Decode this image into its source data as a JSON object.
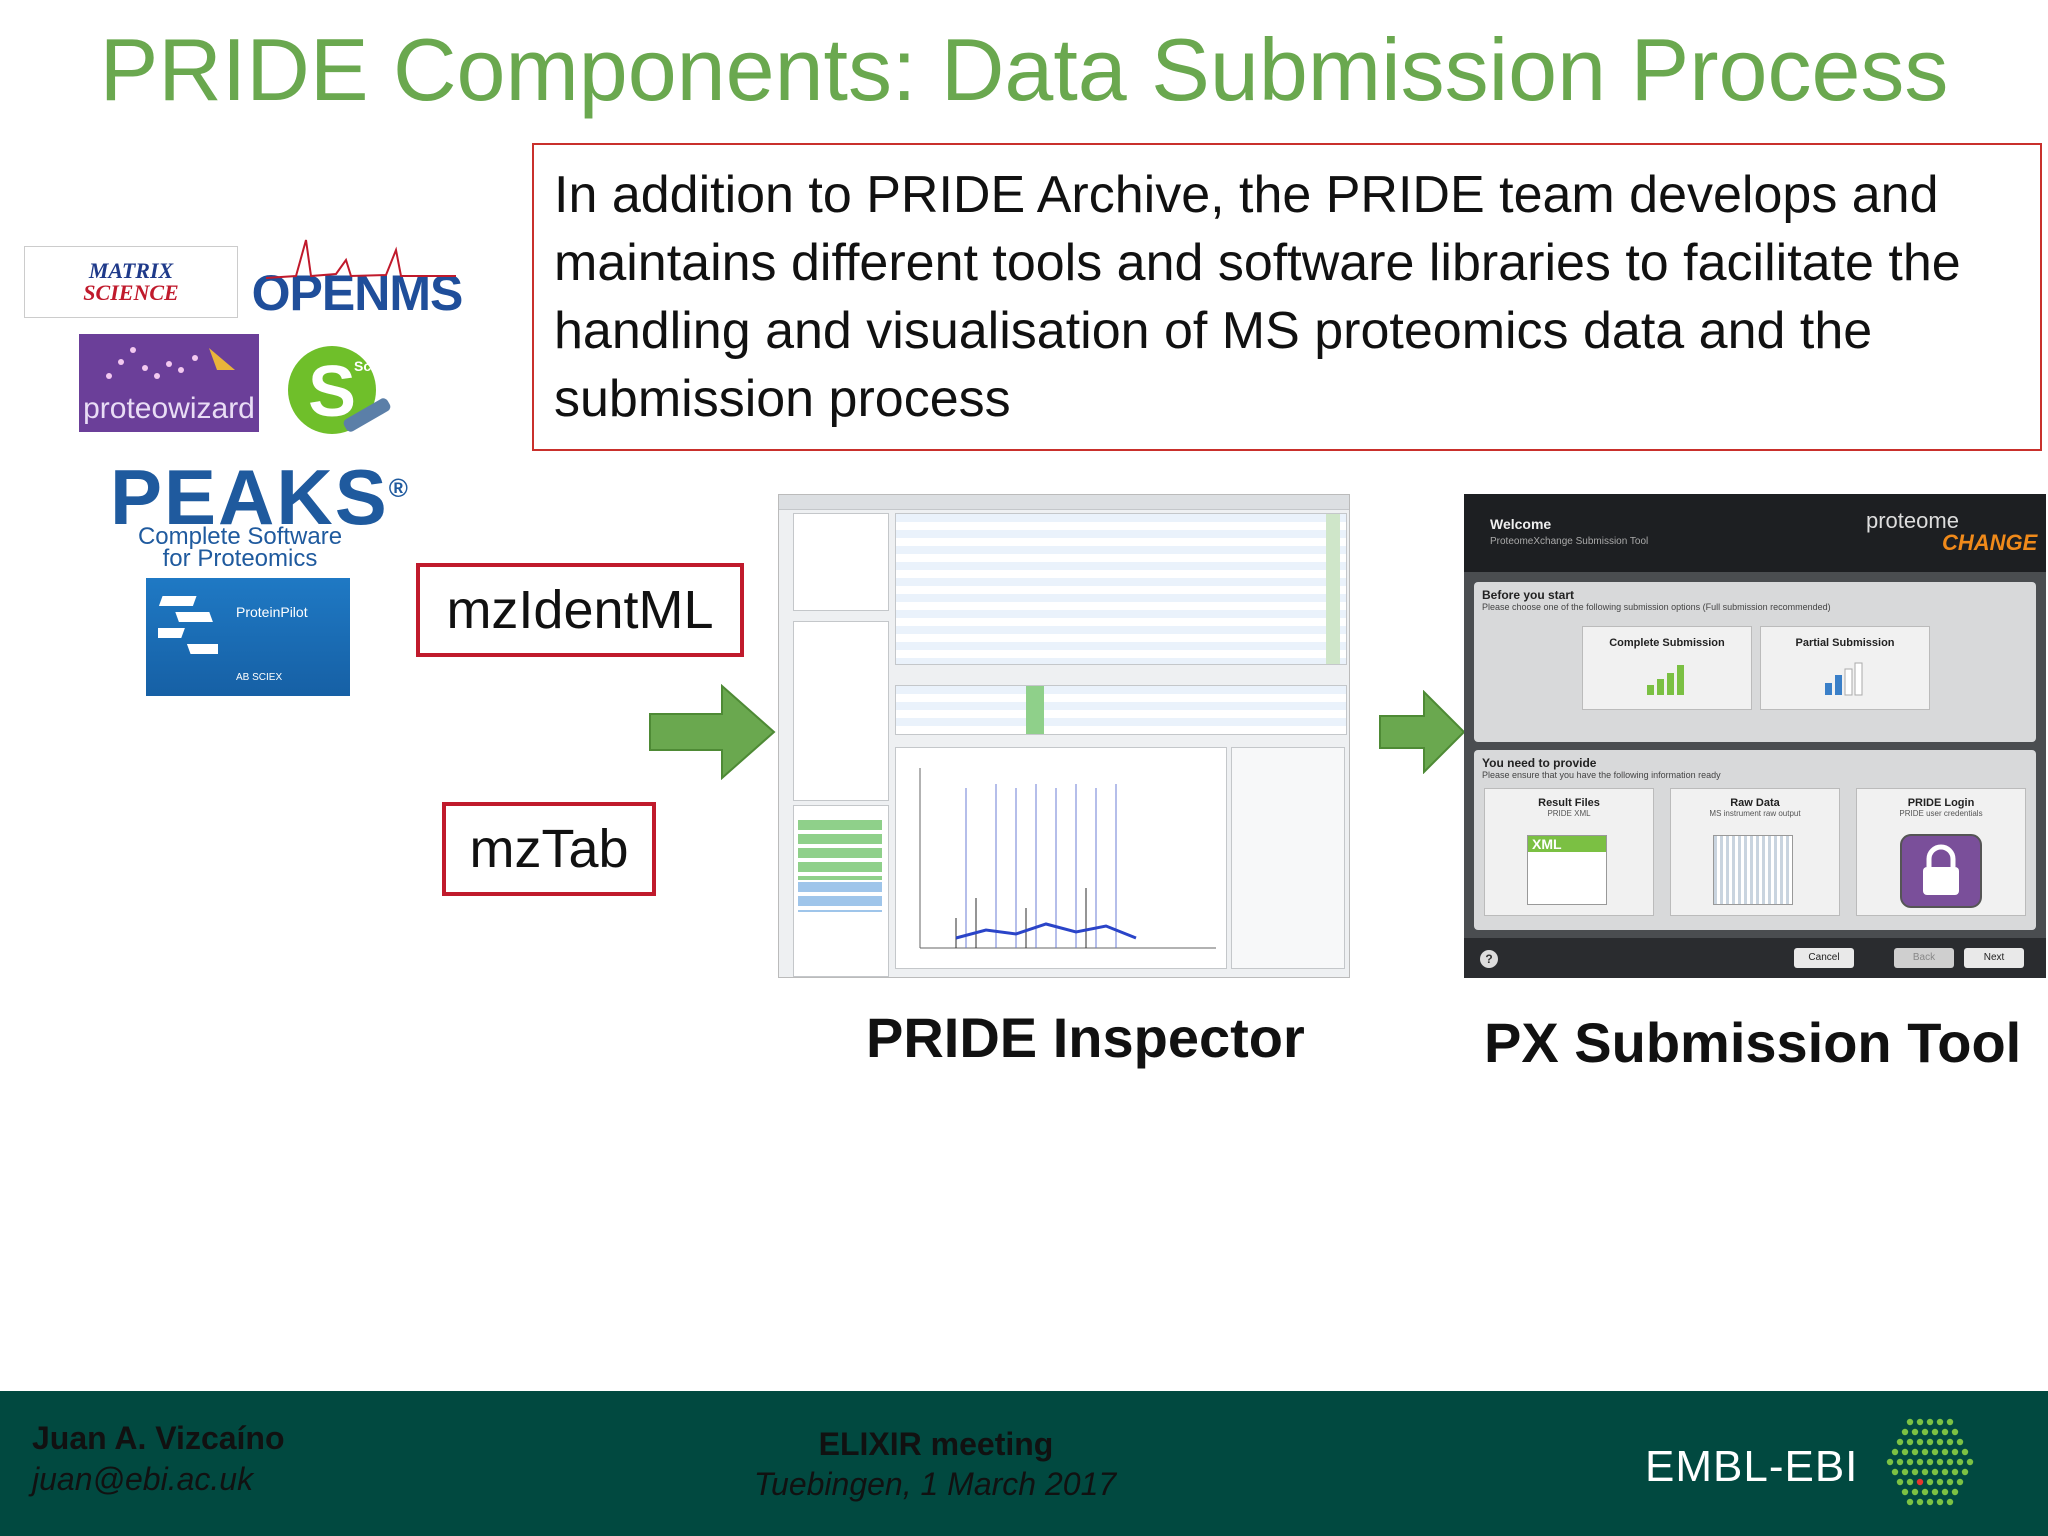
{
  "slide": {
    "title": "PRIDE Components: Data Submission Process",
    "intro_text": "In addition to PRIDE Archive, the PRIDE team develops and maintains different tools and software libraries to facilitate the handling and visualisation of MS proteomics data and the submission process",
    "formats": {
      "mzidentml": "mzIdentML",
      "mztab": "mzTab"
    },
    "captions": {
      "inspector": "PRIDE Inspector",
      "submission_tool": "PX Submission Tool"
    }
  },
  "logos": {
    "matrix_line1": "MATRIX",
    "matrix_line2": "SCIENCE",
    "openms": "OPENMS",
    "proteowizard": "proteowizard",
    "scaffold": "Scaffold",
    "peaks": "PEAKS",
    "peaks_registered": "®",
    "peaks_sub1": "Complete Software",
    "peaks_sub2": "for Proteomics",
    "proteinpilot": "ProteinPilot",
    "sciex": "AB SCIEX"
  },
  "px_tool": {
    "welcome": "Welcome",
    "welcome_sub": "ProteomeXchange Submission Tool",
    "brand1": "proteome",
    "brand2": "CHANGE",
    "before_start": "Before you start",
    "before_start_sub": "Please choose one of the following submission options (Full submission recommended)",
    "complete_submission": "Complete Submission",
    "partial_submission": "Partial Submission",
    "need_to_provide": "You need to provide",
    "need_to_provide_sub": "Please ensure that you have the following information ready",
    "result_files": "Result Files",
    "result_files_sub": "PRIDE XML",
    "raw_data": "Raw Data",
    "raw_data_sub": "MS instrument raw output",
    "pride_login": "PRIDE Login",
    "pride_login_sub": "PRIDE user credentials",
    "xml_label": "XML",
    "cancel": "Cancel",
    "back": "Back",
    "next": "Next"
  },
  "footer": {
    "author": "Juan A. Vizcaíno",
    "email": "juan@ebi.ac.uk",
    "meeting": "ELIXIR meeting",
    "place": "Tuebingen, 1 March 2017",
    "org": "EMBL-EBI"
  },
  "colors": {
    "title_green": "#6aa84f",
    "box_red": "#c01a2c",
    "footer_bg": "#014940",
    "arrow_green": "#6aa84f"
  },
  "icons": [
    "arrow-right-icon",
    "help-icon",
    "lock-icon"
  ]
}
